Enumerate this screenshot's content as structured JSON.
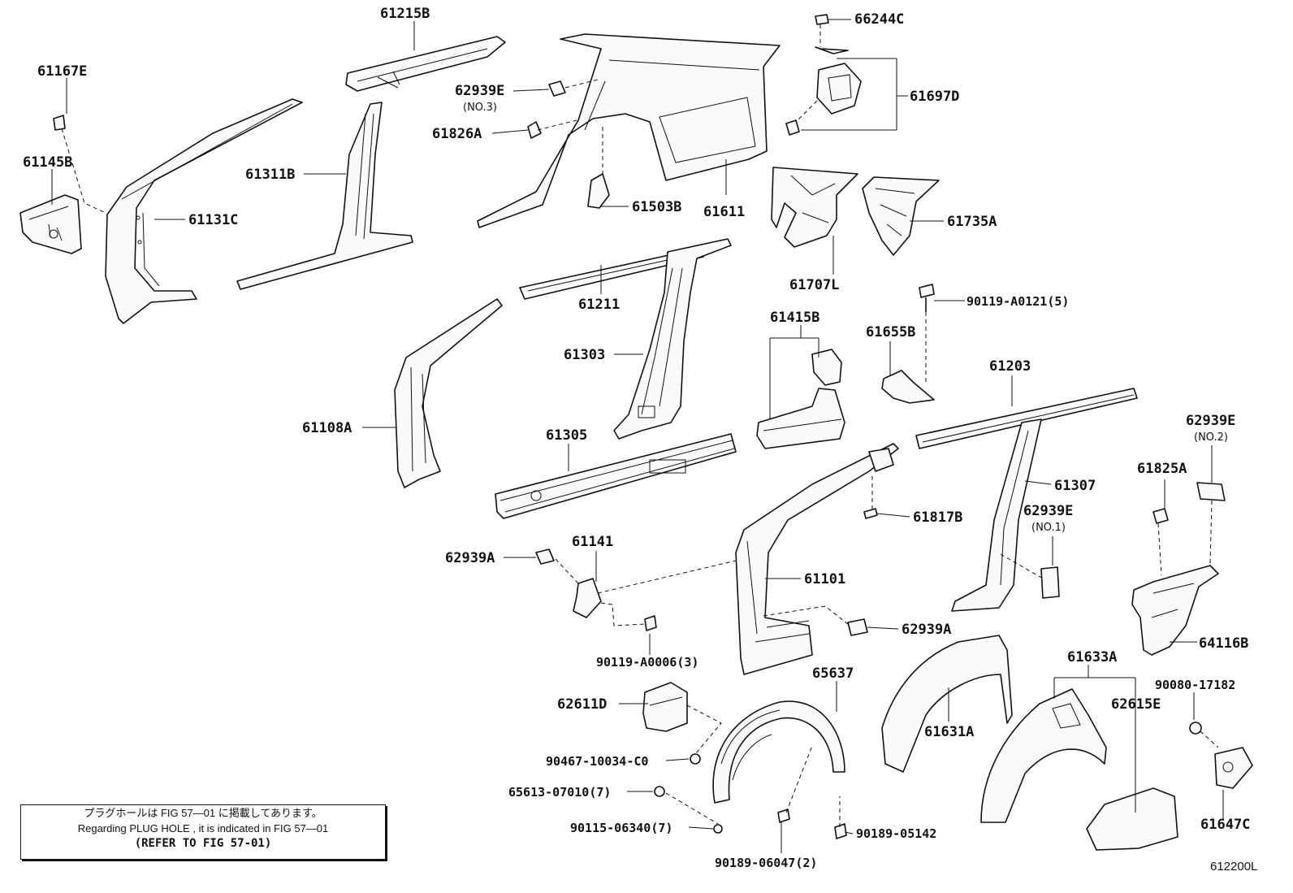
{
  "labels": {
    "p61215B": "61215B",
    "p61167E": "61167E",
    "p62939E_no3": "62939E",
    "no3": "(NO.3)",
    "p61826A": "61826A",
    "p66244C": "66244C",
    "p61697D": "61697D",
    "p61145B": "61145B",
    "p61311B": "61311B",
    "p61131C": "61131C",
    "p61503B": "61503B",
    "p61611": "61611",
    "p61735A": "61735A",
    "p61707L": "61707L",
    "p61211": "61211",
    "p90119_A0121": "90119-A0121(5)",
    "p61415B": "61415B",
    "p61655B": "61655B",
    "p61303": "61303",
    "p61203": "61203",
    "p61108A": "61108A",
    "p62939E_no2": "62939E",
    "no2": "(NO.2)",
    "p61305": "61305",
    "p61825A": "61825A",
    "p61307": "61307",
    "p61817B": "61817B",
    "p62939E_no1": "62939E",
    "no1": "(NO.1)",
    "p62939A_left": "62939A",
    "p61141": "61141",
    "p61101": "61101",
    "p62939A_right": "62939A",
    "p64116B": "64116B",
    "p90119_A0006": "90119-A0006(3)",
    "p65637": "65637",
    "p61633A": "61633A",
    "p90080_17182": "90080-17182",
    "p62611D": "62611D",
    "p62615E": "62615E",
    "p61631A": "61631A",
    "p90467": "90467-10034-C0",
    "p65613": "65613-07010(7)",
    "p61647C": "61647C",
    "p90115": "90115-06340(7)",
    "p90189_05142": "90189-05142",
    "p90189_06047": "90189-06047(2)"
  },
  "note": {
    "line_ja": "プラグホールは FIG  57—01 に掲載してあります。",
    "line_en": "Regarding  PLUG  HOLE , it is indicated in FIG  57—01",
    "line_ref": "(REFER TO FIG 57-01)"
  },
  "figure_code": "612200L"
}
